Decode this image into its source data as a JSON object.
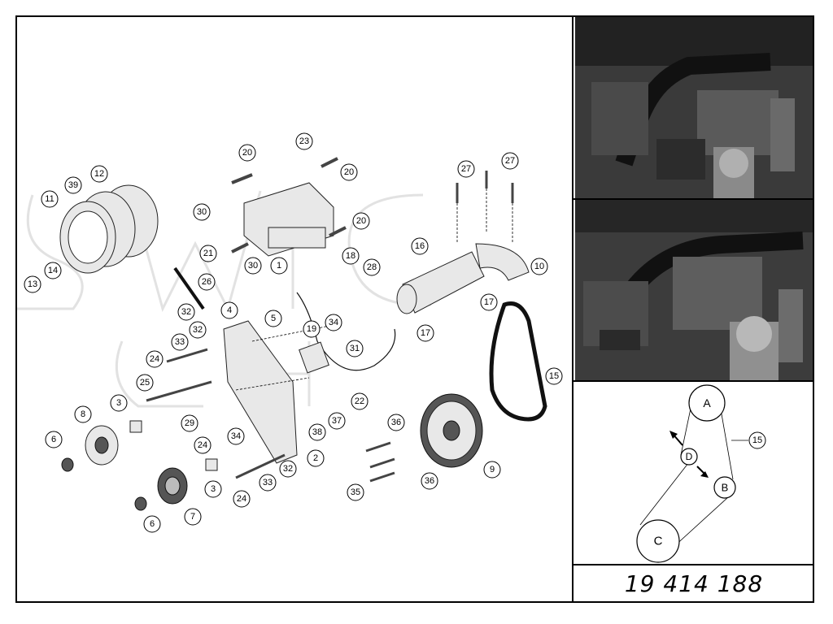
{
  "part_number": "19 414 188",
  "belt_diagram": {
    "pulley_labels": [
      "A",
      "B",
      "C",
      "D"
    ],
    "belt_label": "15"
  },
  "callouts": [
    "1",
    "2",
    "3",
    "3",
    "4",
    "5",
    "6",
    "6",
    "7",
    "8",
    "9",
    "10",
    "11",
    "12",
    "13",
    "14",
    "15",
    "16",
    "17",
    "17",
    "18",
    "19",
    "20",
    "20",
    "20",
    "21",
    "22",
    "23",
    "24",
    "24",
    "24",
    "25",
    "26",
    "27",
    "27",
    "28",
    "29",
    "30",
    "30",
    "31",
    "32",
    "32",
    "32",
    "33",
    "33",
    "34",
    "34",
    "35",
    "36",
    "36",
    "37",
    "38",
    "39"
  ]
}
